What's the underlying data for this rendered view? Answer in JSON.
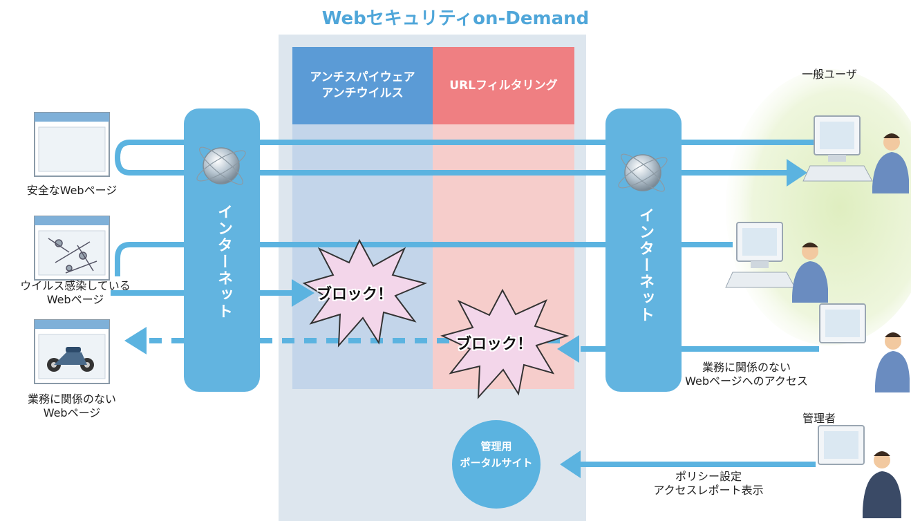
{
  "title": "Webセキュリティon-Demand",
  "columns": {
    "antispyware": "アンチスパイウェア\nアンチウイルス",
    "urlfilter": "URLフィルタリング"
  },
  "internet_label": "インターネット",
  "block_label": "ブロック！",
  "portal_label": "管理用\nポータルサイト",
  "web_pages": {
    "safe": "安全なWebページ",
    "virus": "ウイルス感染している\nWebページ",
    "unrelated": "業務に関係のない\nWebページ"
  },
  "users": {
    "general": "一般ユーザ",
    "access": "業務に関係のない\nWebページへのアクセス",
    "admin": "管理者",
    "admin_actions": "ポリシー設定\nアクセスレポート表示"
  },
  "colors": {
    "flow_blue": "#5bb3e0",
    "pillar_blue": "#62b4e0",
    "col_blue": "#5b9bd6",
    "col_red": "#ef7f82",
    "panel": "#dde6ee",
    "burst": "#f3d6ea"
  }
}
